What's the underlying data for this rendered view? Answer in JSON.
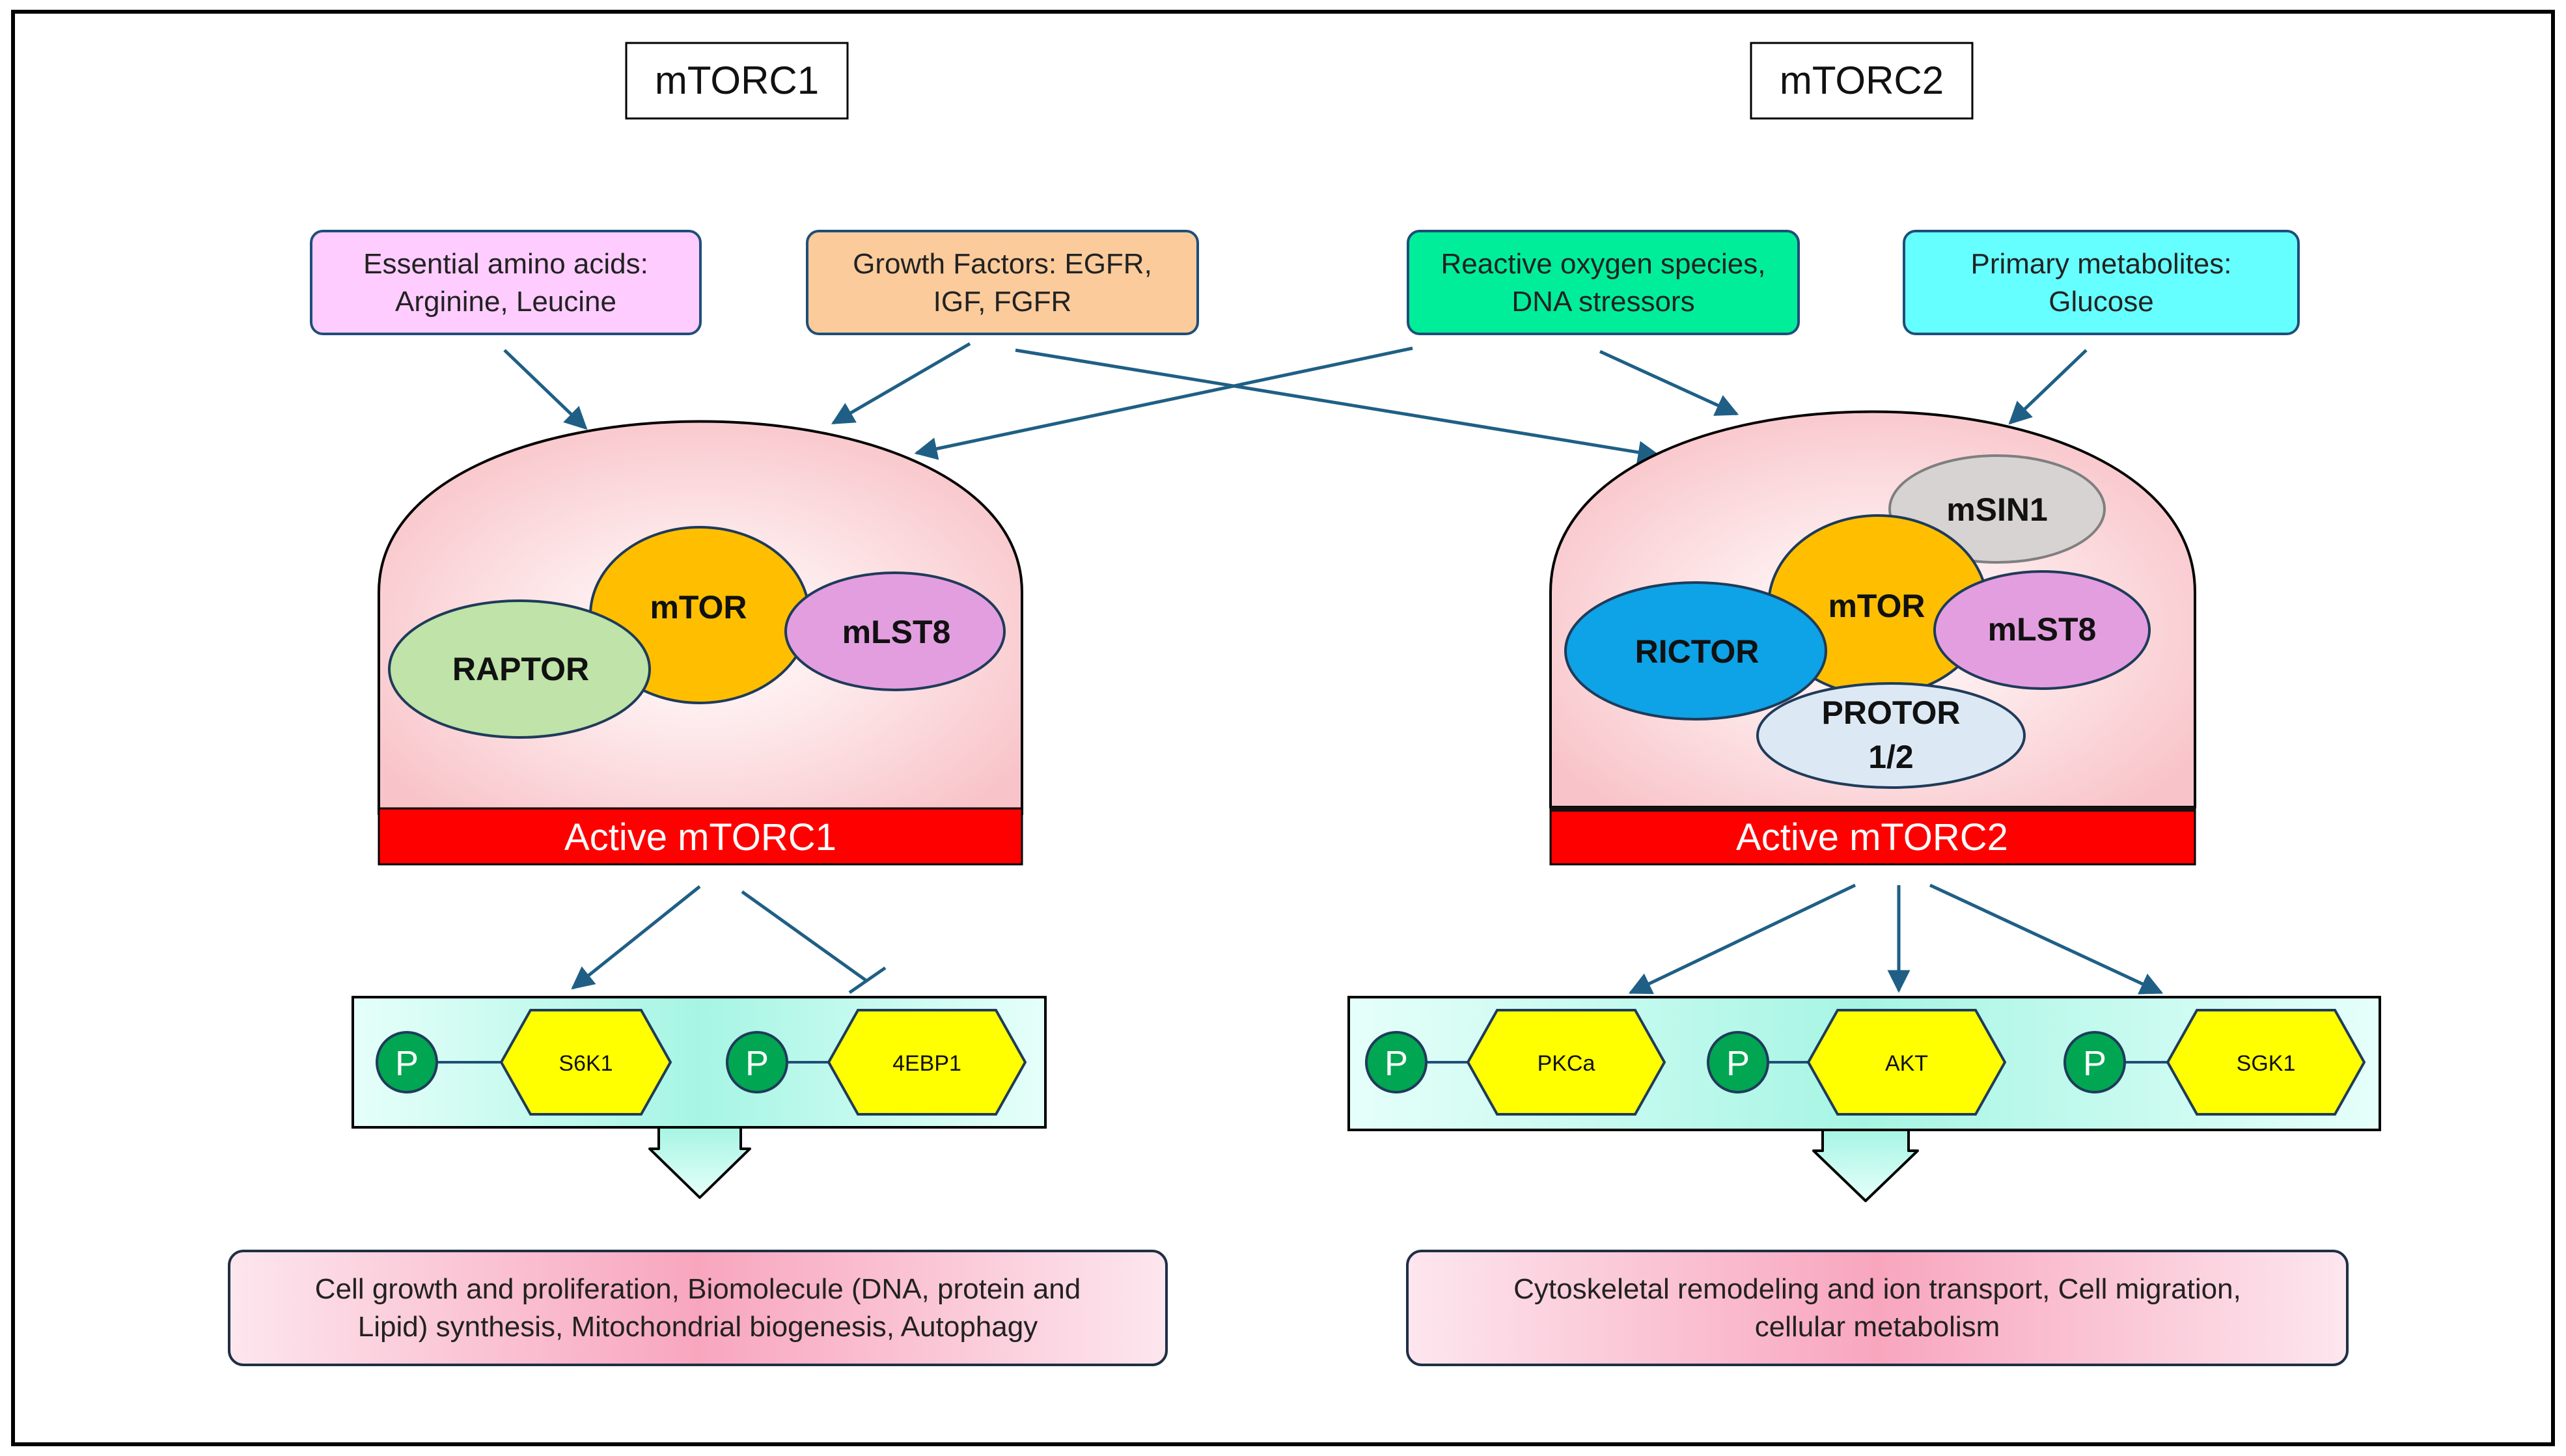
{
  "titles": {
    "left": "mTORC1",
    "right": "mTORC2"
  },
  "inputs": {
    "amino": [
      "Essential amino acids:",
      "Arginine, Leucine"
    ],
    "growth": [
      "Growth Factors: EGFR,",
      "IGF, FGFR"
    ],
    "ros": [
      "Reactive oxygen species,",
      "DNA stressors"
    ],
    "metab": [
      "Primary metabolites:",
      "Glucose"
    ]
  },
  "complex1": {
    "mtor": "mTOR",
    "raptor": "RAPTOR",
    "mlst8": "mLST8",
    "active": "Active mTORC1"
  },
  "complex2": {
    "msin1": "mSIN1",
    "mtor": "mTOR",
    "rictor": "RICTOR",
    "mlst8": "mLST8",
    "protor": [
      "PROTOR",
      "1/2"
    ],
    "active": "Active mTORC2"
  },
  "phospho": "P",
  "substrates1": [
    "S6K1",
    "4EBP1"
  ],
  "substrates2": [
    "PKCa",
    "AKT",
    "SGK1"
  ],
  "outputs": {
    "left": [
      "Cell growth and proliferation, Biomolecule (DNA, protein and",
      "Lipid) synthesis, Mitochondrial biogenesis, Autophagy"
    ],
    "right": [
      "Cytoskeletal remodeling and ion transport, Cell migration,",
      "cellular metabolism"
    ]
  },
  "colors": {
    "amino": "#ffccff",
    "growth": "#fbcb9b",
    "ros": "#00ee99",
    "metab": "#66ffff",
    "mtor": "#ffbf00",
    "raptor": "#bfe3a8",
    "mlst8": "#e39ee0",
    "rictor": "#0ea2e6",
    "msin1": "#d8d3d3",
    "protor": "#dce9f5",
    "active_bar": "#ff0000",
    "substrate": "#ffff00",
    "phospho": "#00a651",
    "arrow": "#1f5f85"
  }
}
